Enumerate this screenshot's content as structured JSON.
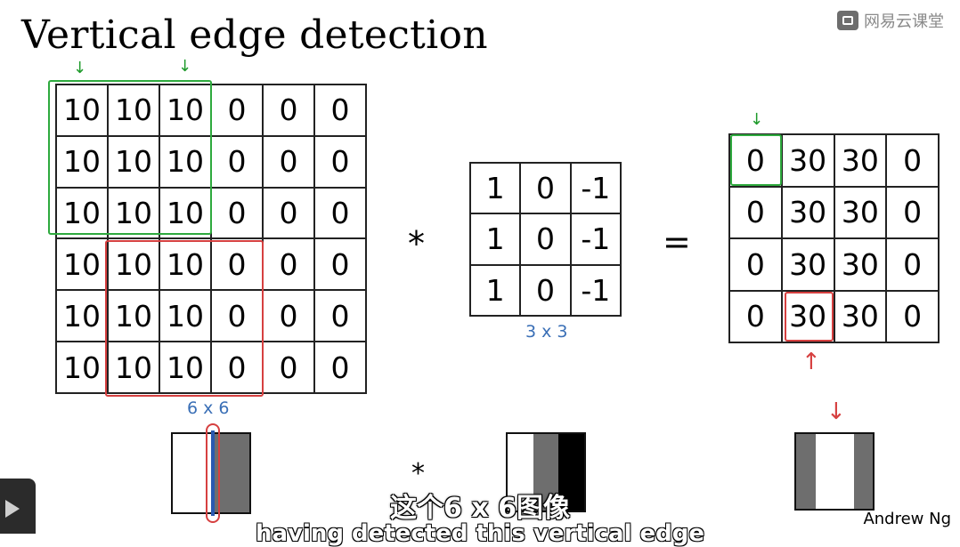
{
  "title": "Vertical edge detection",
  "logo_text": "网易云课堂",
  "input_matrix": [
    [
      "10",
      "10",
      "10",
      "0",
      "0",
      "0"
    ],
    [
      "10",
      "10",
      "10",
      "0",
      "0",
      "0"
    ],
    [
      "10",
      "10",
      "10",
      "0",
      "0",
      "0"
    ],
    [
      "10",
      "10",
      "10",
      "0",
      "0",
      "0"
    ],
    [
      "10",
      "10",
      "10",
      "0",
      "0",
      "0"
    ],
    [
      "10",
      "10",
      "10",
      "0",
      "0",
      "0"
    ]
  ],
  "filter_matrix": [
    [
      "1",
      "0",
      "-1"
    ],
    [
      "1",
      "0",
      "-1"
    ],
    [
      "1",
      "0",
      "-1"
    ]
  ],
  "output_matrix": [
    [
      "0",
      "30",
      "30",
      "0"
    ],
    [
      "0",
      "30",
      "30",
      "0"
    ],
    [
      "0",
      "30",
      "30",
      "0"
    ],
    [
      "0",
      "30",
      "30",
      "0"
    ]
  ],
  "operator_conv": "*",
  "operator_equals": "=",
  "operator_conv_bottom": "*",
  "label_input_size": "6 x 6",
  "label_filter_size": "3 x 3",
  "author": "Andrew Ng",
  "subtitle_line1": "这个6 x 6图像",
  "subtitle_line2": "having detected this vertical edge",
  "colors": {
    "green": "#2eaa3e",
    "red": "#d64040",
    "blue": "#3a6fb6",
    "gray": "#6e6e6e"
  },
  "icons": {
    "logo": "netease-cloud-classroom-logo",
    "play": "play-icon"
  }
}
